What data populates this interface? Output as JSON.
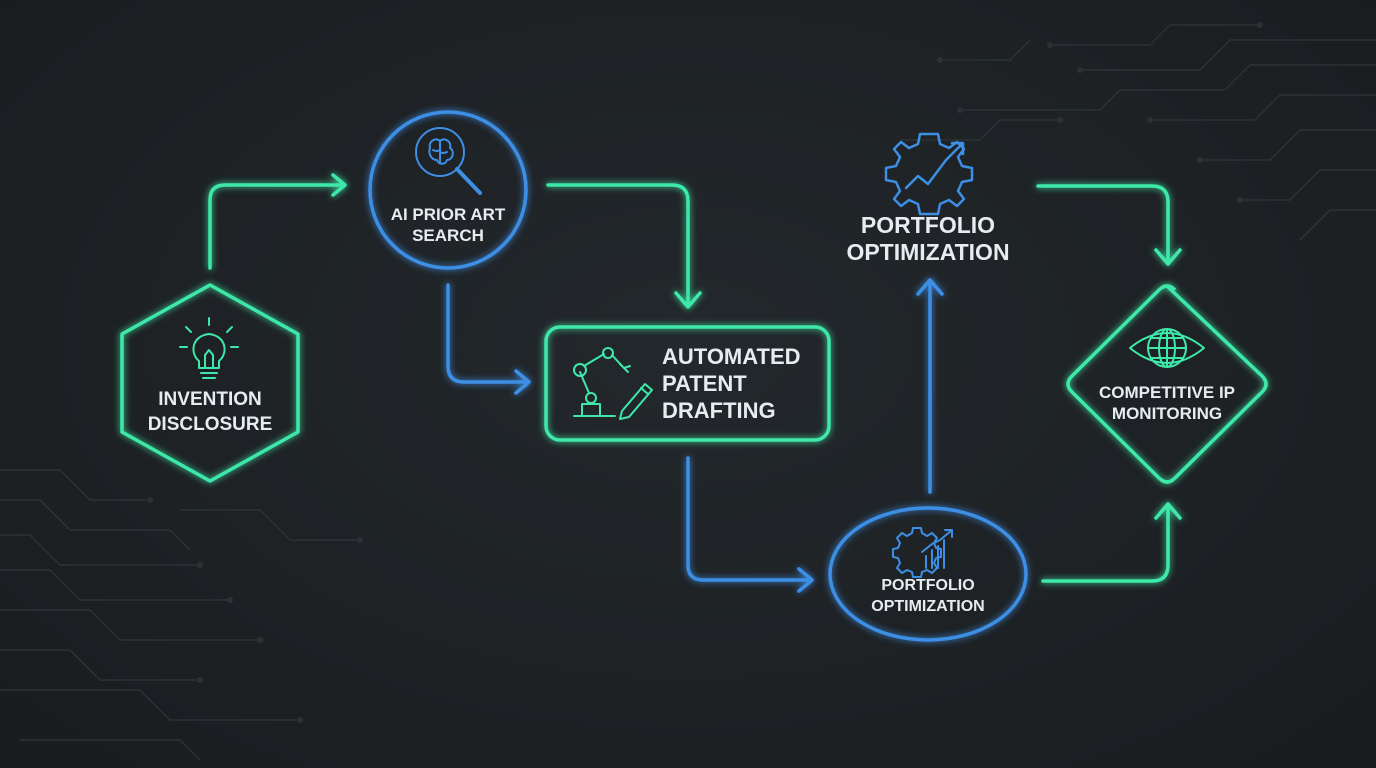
{
  "colors": {
    "background": "#1d2124",
    "green": "#3ee8a8",
    "blue": "#3d8fe6",
    "text": "#e6ecef"
  },
  "nodes": {
    "invention": {
      "line1": "INVENTION",
      "line2": "DISCLOSURE",
      "icon": "lightbulb-icon"
    },
    "prior_art": {
      "line1": "AI PRIOR ART",
      "line2": "SEARCH",
      "icon": "brain-magnifier-icon"
    },
    "drafting": {
      "line1": "AUTOMATED",
      "line2": "PATENT",
      "line3": "DRAFTING",
      "icon": "robot-arm-pen-icon"
    },
    "portfolio_top": {
      "line1": "PORTFOLIO",
      "line2": "OPTIMIZATION",
      "icon": "gear-trend-icon"
    },
    "portfolio_bottom": {
      "line1": "PORTFOLIO",
      "line2": "OPTIMIZATION",
      "icon": "gear-bar-chart-icon"
    },
    "monitoring": {
      "line1": "COMPETITIVE IP",
      "line2": "MONITORING",
      "icon": "globe-eye-icon"
    }
  }
}
